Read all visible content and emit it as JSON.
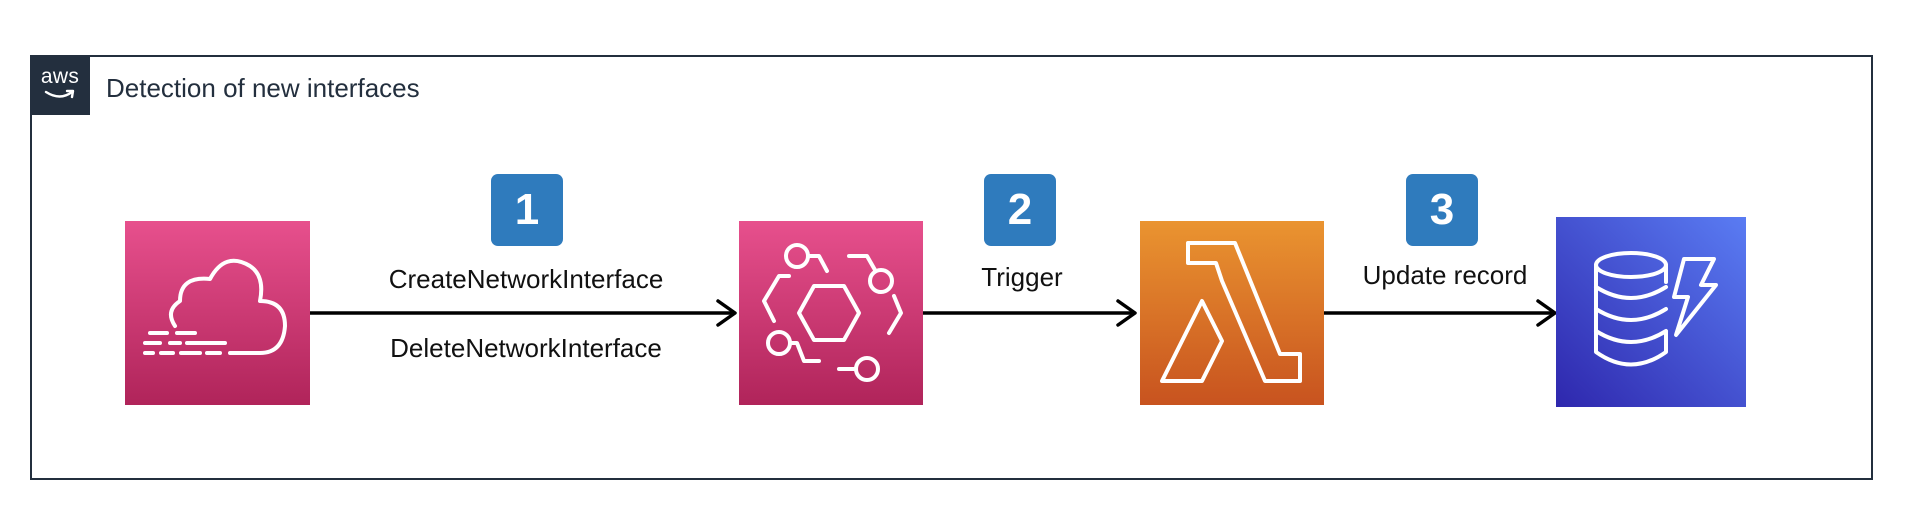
{
  "group": {
    "title": "Detection of new interfaces",
    "logo_text": "aws"
  },
  "nodes": [
    {
      "id": "cloudtrail",
      "icon": "cloudtrail-icon",
      "color_top": "#e7508d",
      "color_bottom": "#b0245a"
    },
    {
      "id": "eventbridge",
      "icon": "eventbridge-icon",
      "color_top": "#e7508d",
      "color_bottom": "#b0245a"
    },
    {
      "id": "lambda",
      "icon": "lambda-icon",
      "color_top": "#ea9430",
      "color_bottom": "#c8531f"
    },
    {
      "id": "dynamodb",
      "icon": "dynamodb-icon",
      "color_top": "#5a7cf3",
      "color_bottom": "#2e27ad"
    }
  ],
  "steps": [
    {
      "number": "1",
      "label_top": "CreateNetworkInterface",
      "label_bottom": "DeleteNetworkInterface"
    },
    {
      "number": "2",
      "label_top": "Trigger"
    },
    {
      "number": "3",
      "label_top": "Update record"
    }
  ],
  "colors": {
    "frame": "#232f3e",
    "badge": "#2f7bbd",
    "arrow": "#000000"
  }
}
